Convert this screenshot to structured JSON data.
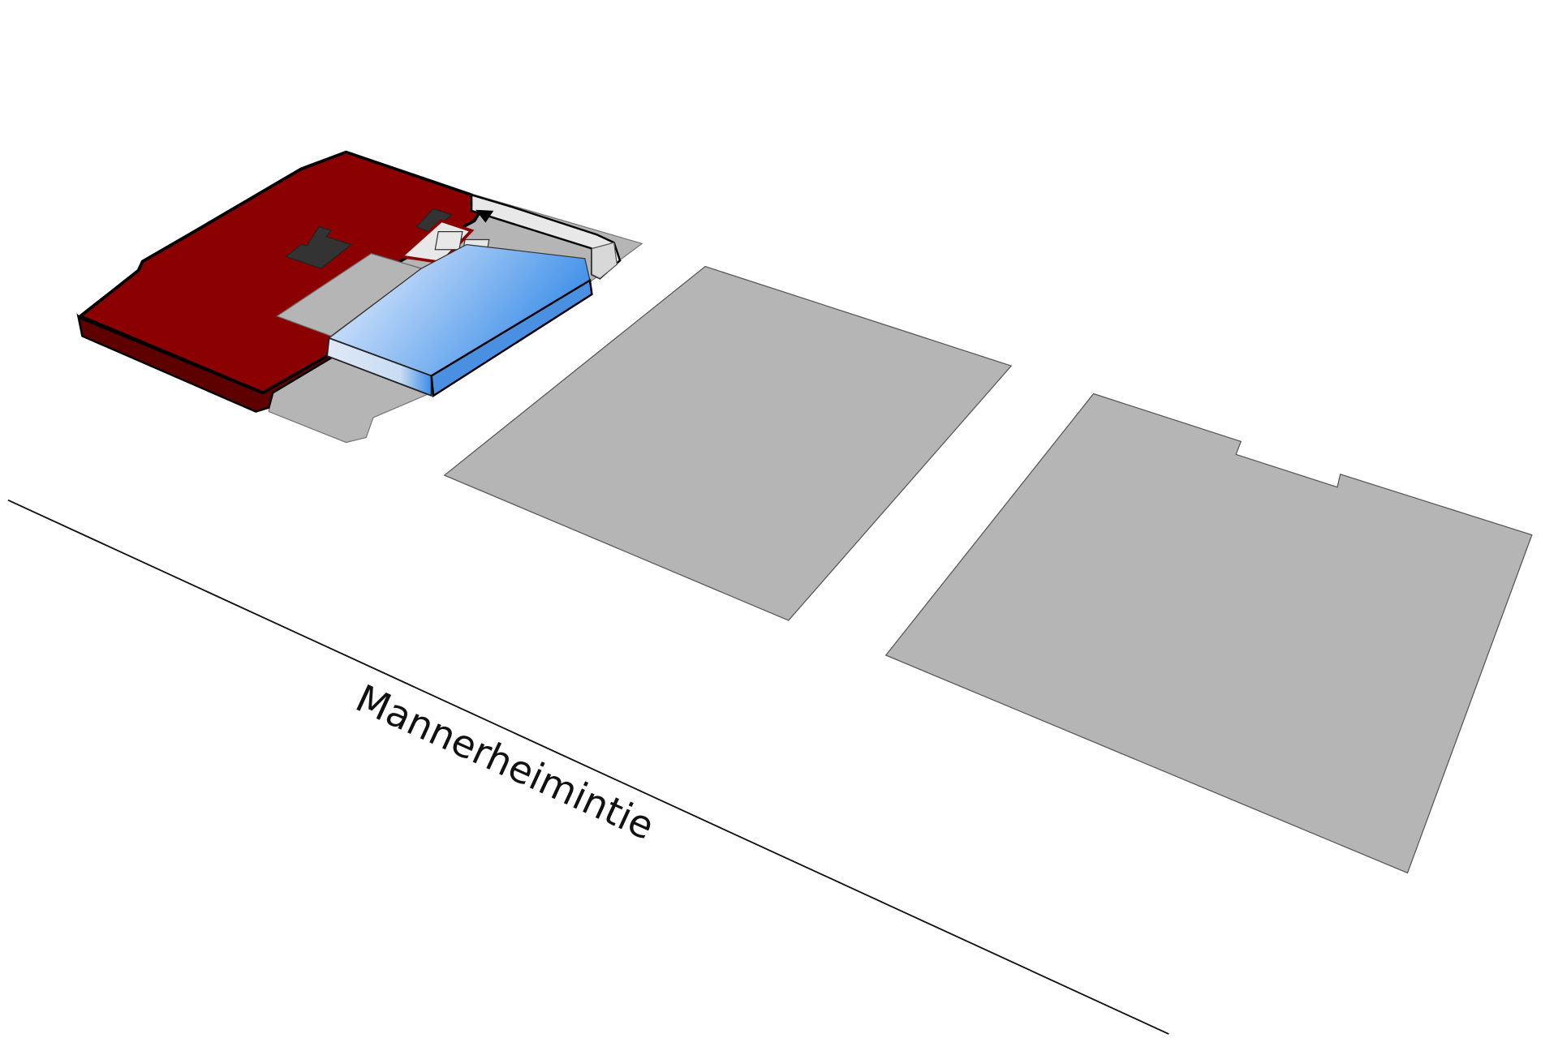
{
  "diagram": {
    "type": "site-plan-axonometric",
    "street": {
      "name": "Mannerheimintie"
    },
    "buildings": [
      {
        "id": "main-building",
        "description": "Highlighted building with red roof and blue glazed volume",
        "roof_color": "#8b0000",
        "glass_color": "#4a90e2"
      },
      {
        "id": "neighbor-block-1",
        "fill": "#b5b5b5"
      },
      {
        "id": "neighbor-block-2",
        "fill": "#b5b5b5"
      }
    ],
    "colors": {
      "roof_red": "#8b0000",
      "roof_dark_red": "#5e0000",
      "core_dark": "#333333",
      "neighbor_gray": "#b5b5b5",
      "glass_light": "#e6efff",
      "glass_blue": "#3b8de8",
      "entry_light": "#e8e8e8"
    }
  }
}
